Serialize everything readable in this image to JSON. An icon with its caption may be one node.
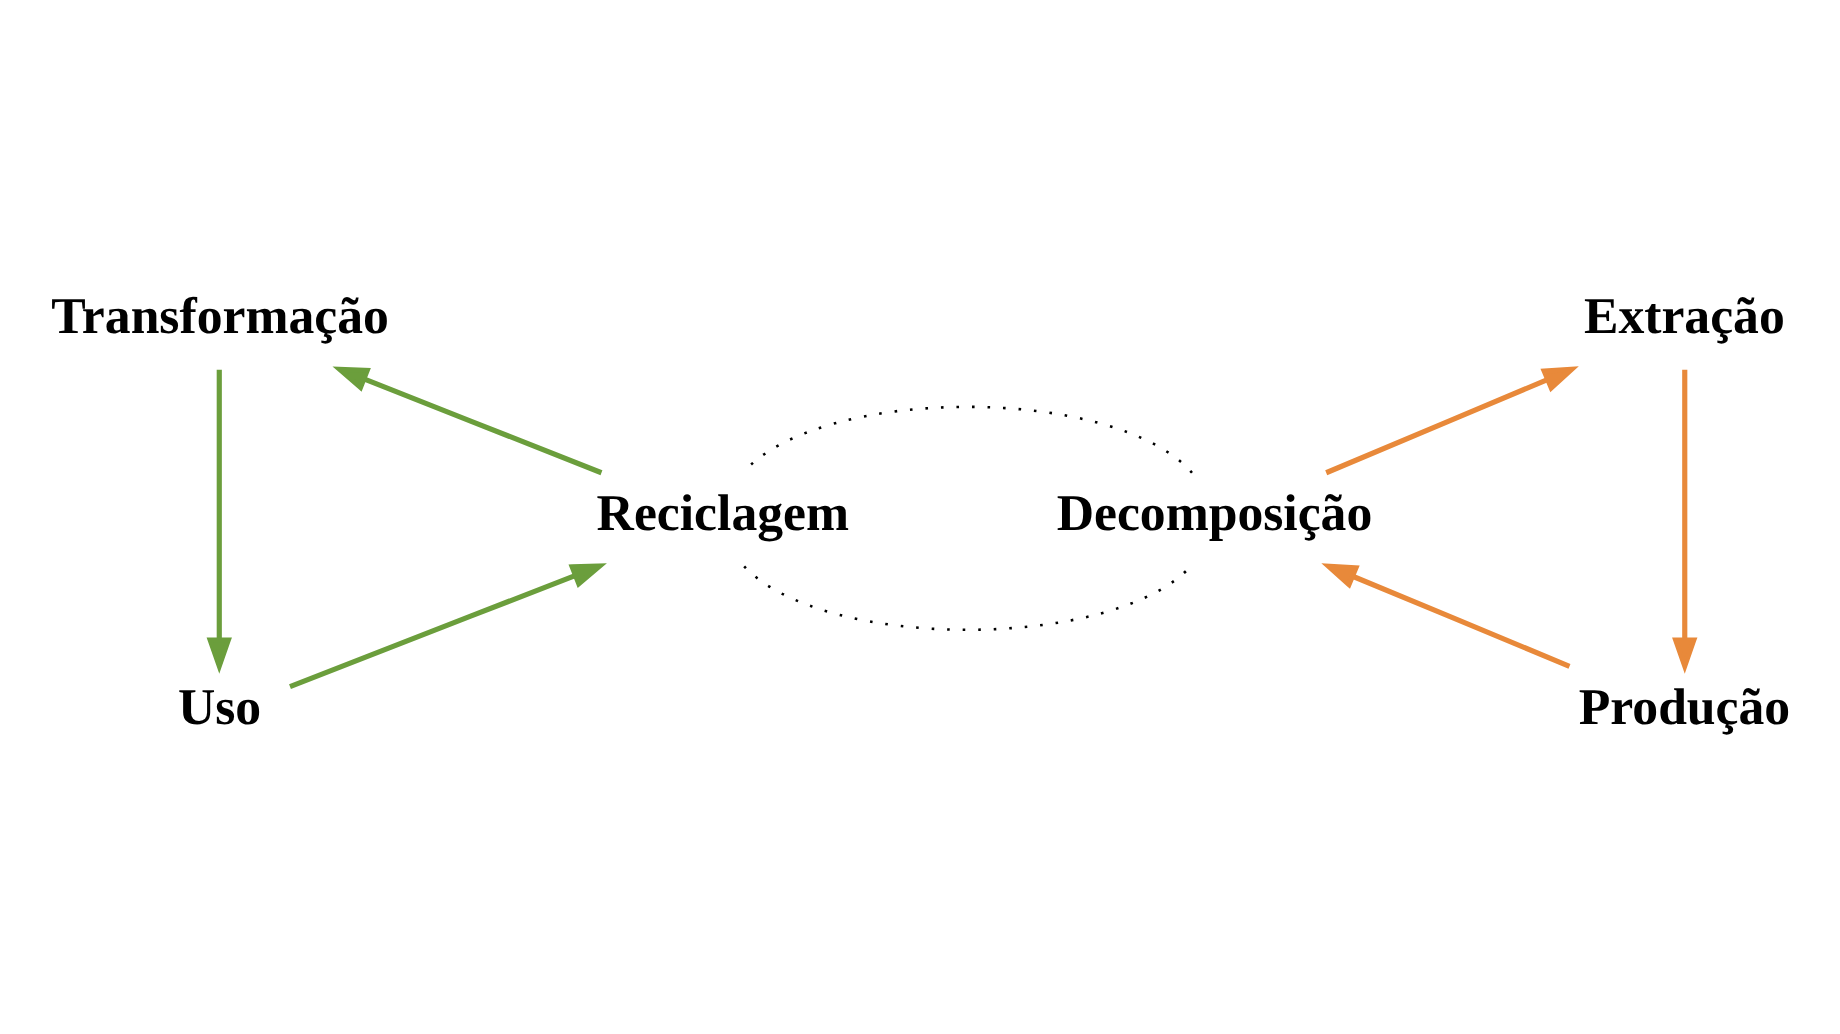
{
  "diagram": {
    "nodes": [
      {
        "text": [
          "Uso"
        ]
      },
      {
        "text": [
          "Produção"
        ]
      },
      {
        "text": [
          "Reciclagem"
        ]
      },
      {
        "text": [
          "Decomposição"
        ]
      },
      {
        "text": [
          "Transformação"
        ]
      },
      {
        "text": [
          "Extração"
        ]
      }
    ],
    "edges": [
      {
        "from": 4,
        "to": 0,
        "arrow": "to",
        "color": "#6b9e3c"
      },
      {
        "from": 0,
        "to": 2,
        "arrow": "to",
        "color": "#6b9e3c"
      },
      {
        "from": 2,
        "to": 4,
        "arrow": "to",
        "color": "#6b9e3c"
      },
      {
        "from": 5,
        "to": 1,
        "arrow": "to",
        "color": "#e8893a"
      },
      {
        "from": 1,
        "to": 3,
        "arrow": "to",
        "color": "#e8893a"
      },
      {
        "from": 3,
        "to": 5,
        "arrow": "to",
        "color": "#e8893a"
      },
      {
        "from": 2,
        "to": 3,
        "arrow": "none",
        "style": "dashed",
        "color": "#000000"
      },
      {
        "from": 3,
        "to": 2,
        "arrow": "none",
        "style": "dashed",
        "color": "#000000"
      }
    ]
  }
}
